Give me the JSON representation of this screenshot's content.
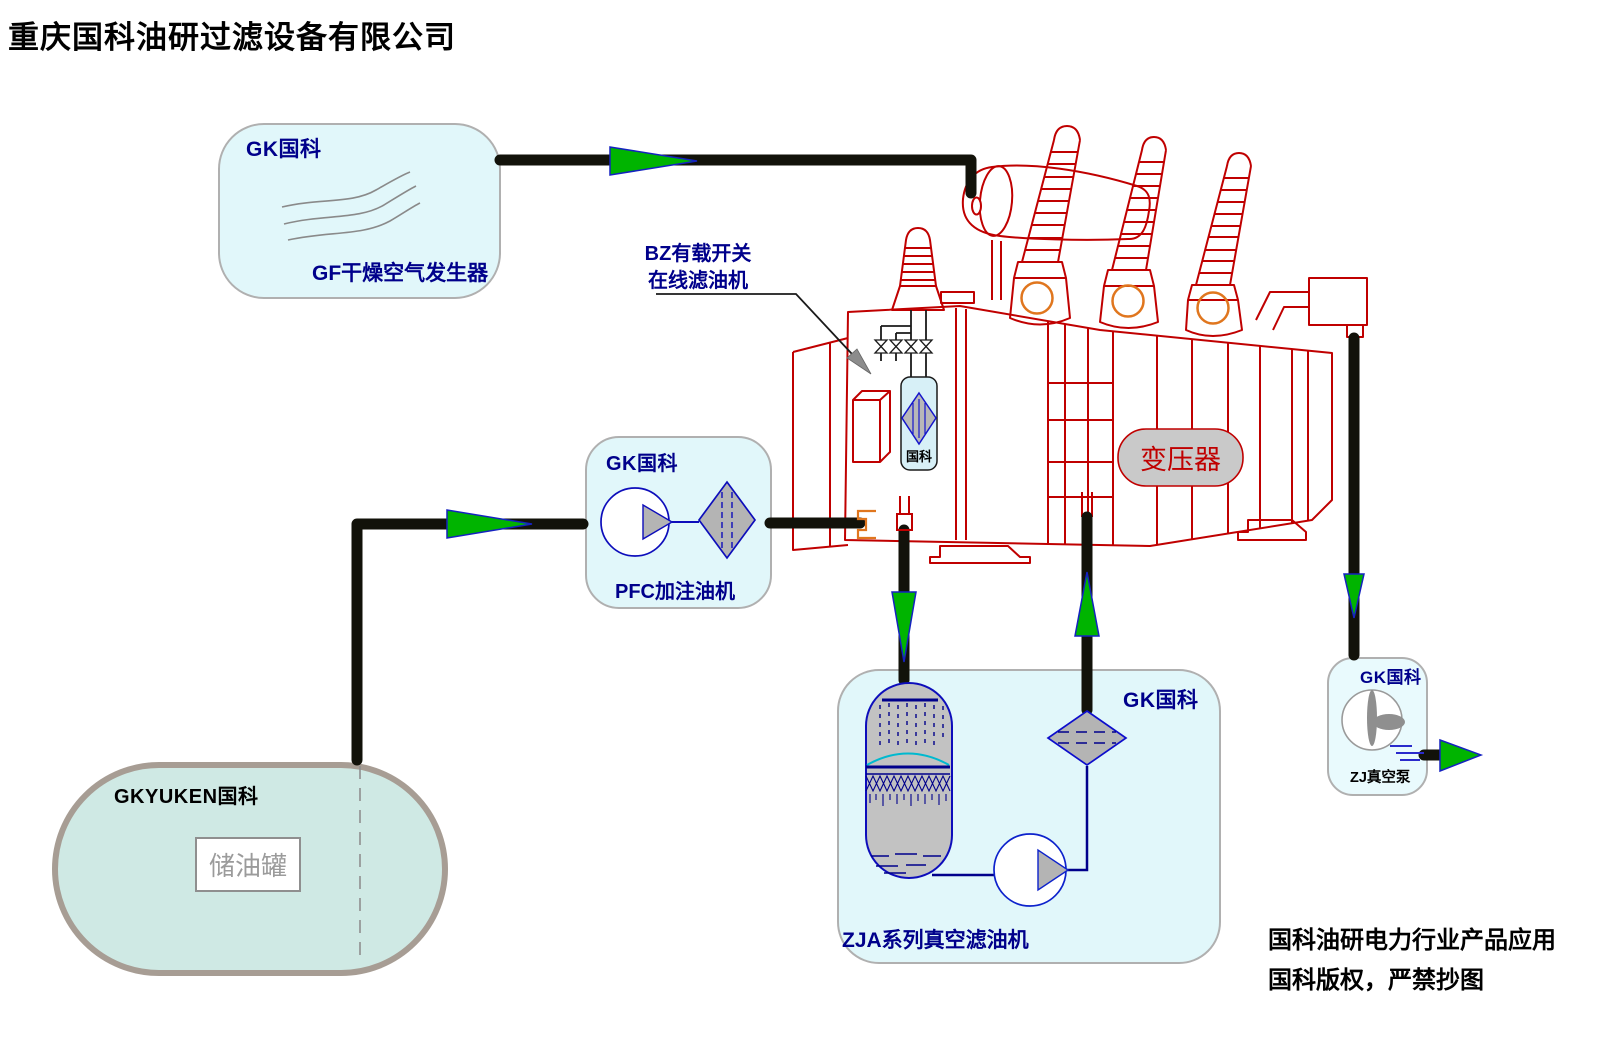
{
  "page": {
    "title": "重庆国科油研过滤设备有限公司"
  },
  "components": {
    "gf_generator": {
      "brand": "GK国科",
      "label": "GF干燥空气发生器"
    },
    "bz_filter": {
      "callout_line1": "BZ有载开关",
      "callout_line2": "在线滤油机",
      "unit_label": "国科"
    },
    "transformer": {
      "label": "变压器"
    },
    "pfc_machine": {
      "brand": "GK国科",
      "label": "PFC加注油机"
    },
    "oil_tank": {
      "brand": "GKYUKEN国科",
      "label": "储油罐"
    },
    "zja_machine": {
      "brand": "GK国科",
      "label": "ZJA系列真空滤油机"
    },
    "zj_pump": {
      "brand": "GK国科",
      "label": "ZJ真空泵"
    }
  },
  "footer": {
    "line1": "国科油研电力行业产品应用",
    "line2": "国科版权，严禁抄图"
  },
  "colors": {
    "accent_navy": "#00008b",
    "line_red": "#c00000",
    "pipe_black": "#12120a",
    "arrow_green": "#00b400",
    "arrow_outline_blue": "#1522c0",
    "orange_ring": "#e0761e",
    "box_fill": "#e1f7fa",
    "tank_fill": "#cfe9e4",
    "symbol_gray": "#b8b8b8"
  }
}
